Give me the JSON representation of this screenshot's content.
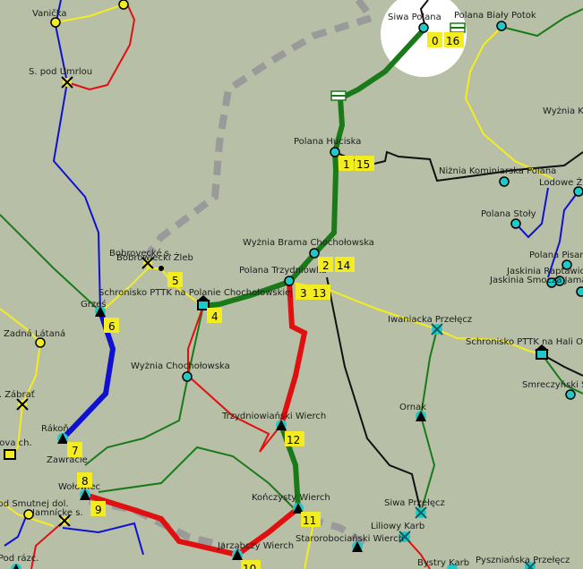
{
  "colors": {
    "background": "#b7c0a6",
    "trail_green": "#1a7a1a",
    "trail_red": "#e01010",
    "trail_blue": "#1010d0",
    "trail_yellow": "#f4ec22",
    "trail_black": "#111111",
    "road_gray": "#9a9a9a",
    "point_cyan": "#20c8c8",
    "label_bg": "#f4ec22"
  },
  "places": [
    {
      "name": "Vanička",
      "icon": "circle-yellow"
    },
    {
      "name": "S. pod Umrlou",
      "icon": "cross"
    },
    {
      "name": "Siwa Polana",
      "icon": "circle-cyan"
    },
    {
      "name": "Polana Biały Potok",
      "icon": "circle-cyan"
    },
    {
      "name": "Wyżnia K",
      "icon": "none"
    },
    {
      "name": "Polana Huciska",
      "icon": "circle-cyan"
    },
    {
      "name": "Niżnia Kominiarska Polana",
      "icon": "circle-cyan"
    },
    {
      "name": "Lodowe Ź",
      "icon": "circle-cyan"
    },
    {
      "name": "Polana Stoły",
      "icon": "circle-cyan"
    },
    {
      "name": "Wyżnia Brama Chochołowska",
      "icon": "circle-cyan"
    },
    {
      "name": "Bobrovecké s.",
      "icon": "cross"
    },
    {
      "name": "Bobrowiecki Żleb",
      "icon": "dot"
    },
    {
      "name": "Polana Trzydniówka",
      "icon": "circle-cyan"
    },
    {
      "name": "Polana Pisana",
      "icon": "circle-cyan"
    },
    {
      "name": "Jaskinia Raptawicka",
      "icon": "circle-cyan"
    },
    {
      "name": "Jaskinia Smocza Jama",
      "icon": "circle-cyan"
    },
    {
      "name": "Schronisko PTTK na Polanie Chochołowskiej",
      "icon": "hut"
    },
    {
      "name": "Grześ",
      "icon": "peak"
    },
    {
      "name": "Iwaniacka Przełęcz",
      "icon": "pass"
    },
    {
      "name": "Zadná Látaná",
      "icon": "circle-yellow"
    },
    {
      "name": "Schronisko PTTK na Hali Ornak",
      "icon": "hut"
    },
    {
      "name": "Wyżnia Chochołowska",
      "icon": "circle-cyan"
    },
    {
      "name": "Smreczyński Staw",
      "icon": "circle-cyan"
    },
    {
      "name": "Z. Zábrať",
      "icon": "cross"
    },
    {
      "name": "Ornak",
      "icon": "peak"
    },
    {
      "name": "Trzydniowiański Wierch",
      "icon": "peak"
    },
    {
      "name": "Rákoň",
      "icon": "peak"
    },
    {
      "name": "Ťatlova ch.",
      "icon": "hut-yellow"
    },
    {
      "name": "Zawracie",
      "icon": "none"
    },
    {
      "name": "Wołowiec",
      "icon": "peak"
    },
    {
      "name": "Kończysty Wierch",
      "icon": "peak"
    },
    {
      "name": "Siwa Przełęcz",
      "icon": "pass"
    },
    {
      "name": "Pod Smutnej dol.",
      "icon": "circle-yellow"
    },
    {
      "name": "Jamnícke s.",
      "icon": "cross"
    },
    {
      "name": "Liliowy Karb",
      "icon": "pass"
    },
    {
      "name": "Jarząbczy Wierch",
      "icon": "peak"
    },
    {
      "name": "Starorobociański Wierch",
      "icon": "peak"
    },
    {
      "name": "Bystry Karb",
      "icon": "pass"
    },
    {
      "name": "Pyszniańska Przełęcz",
      "icon": "pass"
    },
    {
      "name": "Pod rázc.",
      "icon": "peak"
    }
  ],
  "markers": [
    "0",
    "16",
    "1",
    "15",
    "2",
    "14",
    "3",
    "13",
    "4",
    "5",
    "6",
    "7",
    "8",
    "9",
    "10",
    "11",
    "12"
  ]
}
